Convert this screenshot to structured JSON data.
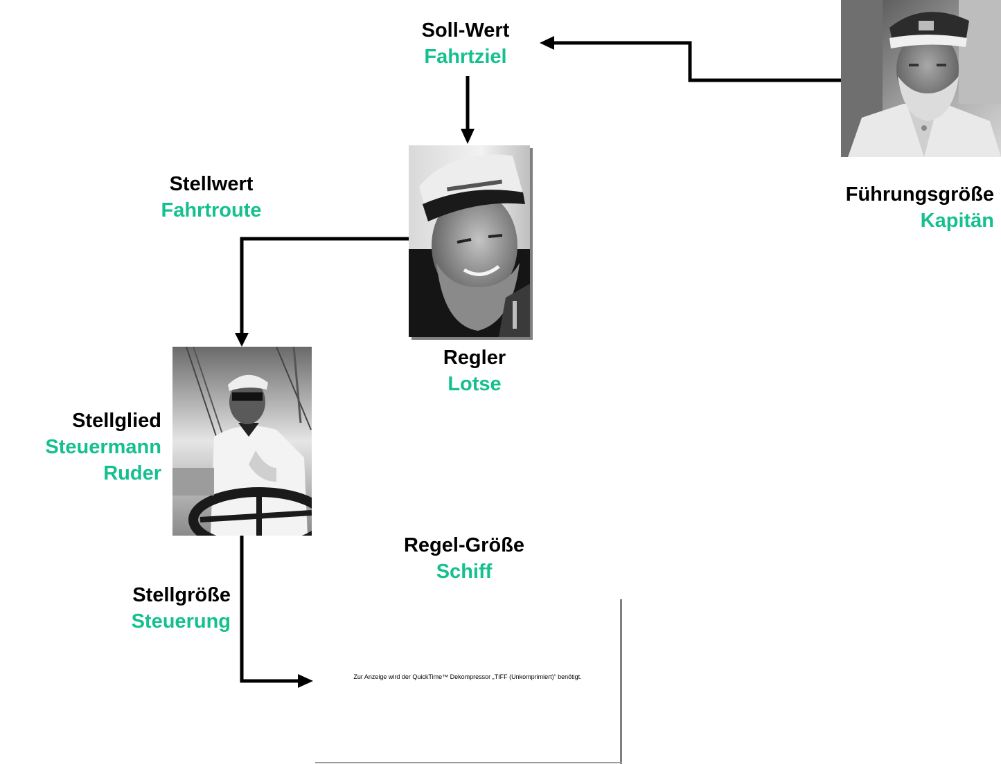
{
  "soll_wert": {
    "role": "Soll-Wert",
    "meaning": "Fahrtziel"
  },
  "fuehrungsgroesse": {
    "role": "Führungsgröße",
    "meaning": "Kapitän"
  },
  "stellwert": {
    "role": "Stellwert",
    "meaning": "Fahrtroute"
  },
  "regler": {
    "role": "Regler",
    "meaning": "Lotse"
  },
  "stellglied": {
    "role": "Stellglied",
    "meaning_lines": [
      "Steuermann",
      "Ruder"
    ]
  },
  "regel_groesse": {
    "role": "Regel-Größe",
    "meaning": "Schiff"
  },
  "stellgroesse": {
    "role": "Stellgröße",
    "meaning": "Steuerung"
  },
  "quicktime_placeholder": {
    "message": "Zur Anzeige wird der QuickTime™  Dekompressor „TIFF (Unkomprimiert)“ benötigt."
  },
  "colors": {
    "role_text": "#000000",
    "meaning_text": "#14c08e",
    "arrow": "#000000"
  }
}
